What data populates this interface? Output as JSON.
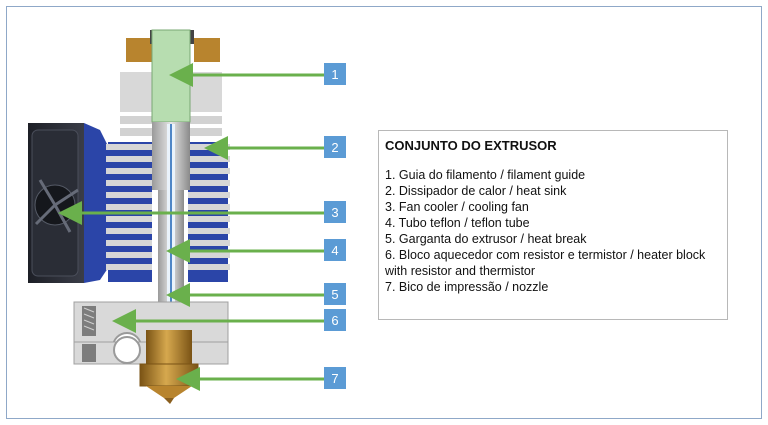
{
  "legend": {
    "title": "CONJUNTO DO EXTRUSOR",
    "items": [
      "1. Guia do filamento / filament guide",
      "2. Dissipador de calor / heat sink",
      "3. Fan cooler / cooling fan",
      "4. Tubo teflon / teflon tube",
      "5. Garganta do extrusor / heat break",
      "6. Bloco aquecedor com resistor e termistor / heater block with resistor and thermistor",
      "7. Bico de impressão / nozzle"
    ]
  },
  "callouts": [
    "1",
    "2",
    "3",
    "4",
    "5",
    "6",
    "7"
  ],
  "colors": {
    "arrow": "#6ab04c",
    "badge": "#5b9bd5",
    "fan_blue": "#2b45a8",
    "heatsink": "#d2d2d2",
    "guide": "#b7ddb0",
    "brass": "#b8842e"
  }
}
